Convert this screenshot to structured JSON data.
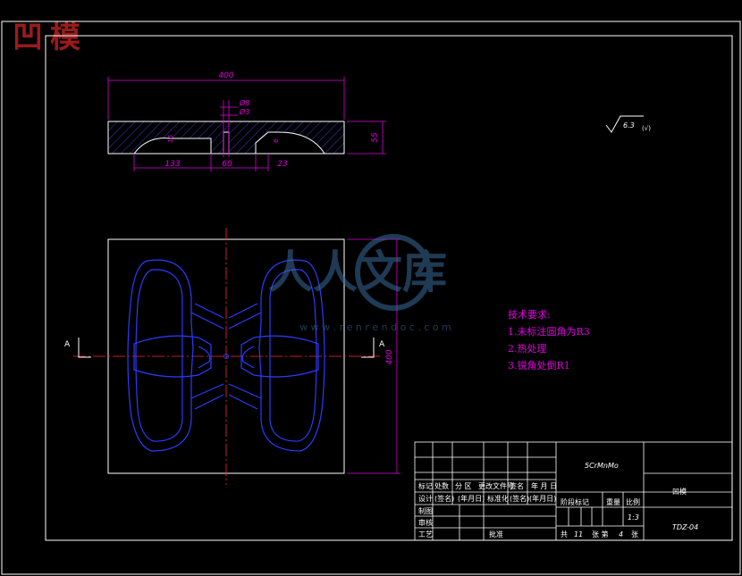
{
  "watermark": {
    "title": "凹模",
    "logo_text": "人人文库",
    "url": "w w w . r e n r e n d o c . c o m"
  },
  "colors": {
    "background": "#000000",
    "border": "#ffffff",
    "dimension": "#e000e0",
    "contour": "#2a3cff",
    "centerline": "#ff2a2a",
    "section_hatch": "#4a4aff"
  },
  "section_view": {
    "overall_width": "400",
    "thickness": "55",
    "hole_large": "Ø8",
    "hole_small": "Ø3",
    "left_dim": "133",
    "center_dim": "60",
    "right_dim": "23",
    "step_left": "16",
    "step_right": "6"
  },
  "plan_view": {
    "height_dim": "400",
    "section_mark_left": "A",
    "section_mark_right": "A"
  },
  "surface_finish": {
    "value": "6.3",
    "note": "(√)"
  },
  "tech_requirements": {
    "heading": "技术要求:",
    "items": [
      "1.未标注圆角为R3",
      "2.热处理",
      "3.锐角处倒R1"
    ]
  },
  "title_block": {
    "material": "5CrMnMo",
    "part_name": "凹模",
    "drawing_no": "TDZ-04",
    "scale": "1:3",
    "row_labels": [
      "标记",
      "设计",
      "制图",
      "审核",
      "工艺"
    ],
    "header_cols": [
      "处数",
      "分 区",
      "更改文件号",
      "签名",
      "年 月 日"
    ],
    "design_row": [
      "(签名)",
      "(年月日)",
      "标准化",
      "(签名)",
      "(年月日)"
    ],
    "approve": "批准",
    "stage_label": "阶段标记",
    "weight_label": "重量",
    "scale_label": "比例",
    "total_label": "共",
    "total_num": "11",
    "sheet_label": "张 第",
    "sheet_num": "4",
    "sheet_suffix": "张"
  }
}
